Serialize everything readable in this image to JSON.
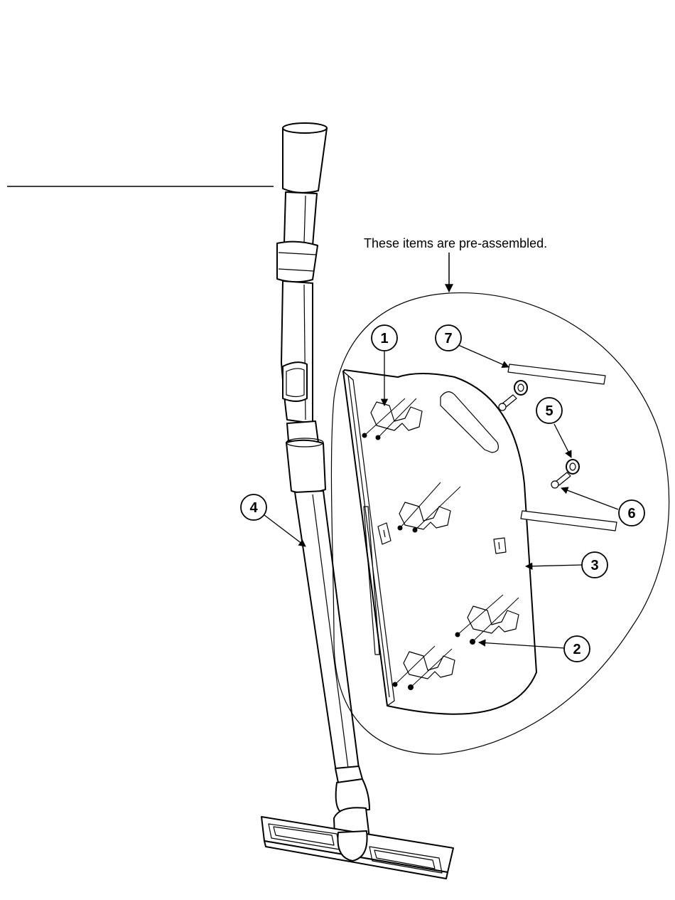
{
  "note": "These items are pre-assembled.",
  "callouts": [
    "1",
    "2",
    "3",
    "4",
    "5",
    "6",
    "7"
  ]
}
